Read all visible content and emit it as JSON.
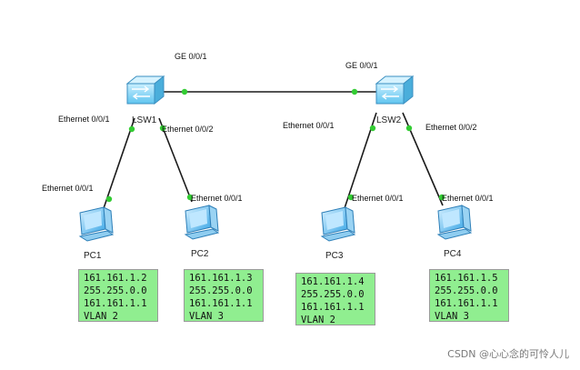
{
  "switches": [
    {
      "name": "LSW1",
      "uplink_port": "GE 0/0/1",
      "ports": [
        "Ethernet 0/0/1",
        "Ethernet 0/0/2"
      ]
    },
    {
      "name": "LSW2",
      "uplink_port": "GE 0/0/1",
      "ports": [
        "Ethernet 0/0/1",
        "Ethernet 0/0/2"
      ]
    }
  ],
  "pcs": [
    {
      "name": "PC1",
      "port": "Ethernet 0/0/1",
      "ip": "161.161.1.2",
      "mask": "255.255.0.0",
      "gateway": "161.161.1.1",
      "vlan": "VLAN 2"
    },
    {
      "name": "PC2",
      "port": "Ethernet 0/0/1",
      "ip": "161.161.1.3",
      "mask": "255.255.0.0",
      "gateway": "161.161.1.1",
      "vlan": "VLAN 3"
    },
    {
      "name": "PC3",
      "port": "Ethernet 0/0/1",
      "ip": "161.161.1.4",
      "mask": "255.255.0.0",
      "gateway": "161.161.1.1",
      "vlan": "VLAN 2"
    },
    {
      "name": "PC4",
      "port": "Ethernet 0/0/1",
      "ip": "161.161.1.5",
      "mask": "255.255.0.0",
      "gateway": "161.161.1.1",
      "vlan": "VLAN 3"
    }
  ],
  "watermark": "CSDN @心心念的可怜人儿",
  "colors": {
    "link": "#1a1a1a",
    "port_dot": "#33cc33",
    "info_bg": "#90ee90",
    "switch_face": "#7fd3f5",
    "pc_screen": "#5ab8f0"
  }
}
